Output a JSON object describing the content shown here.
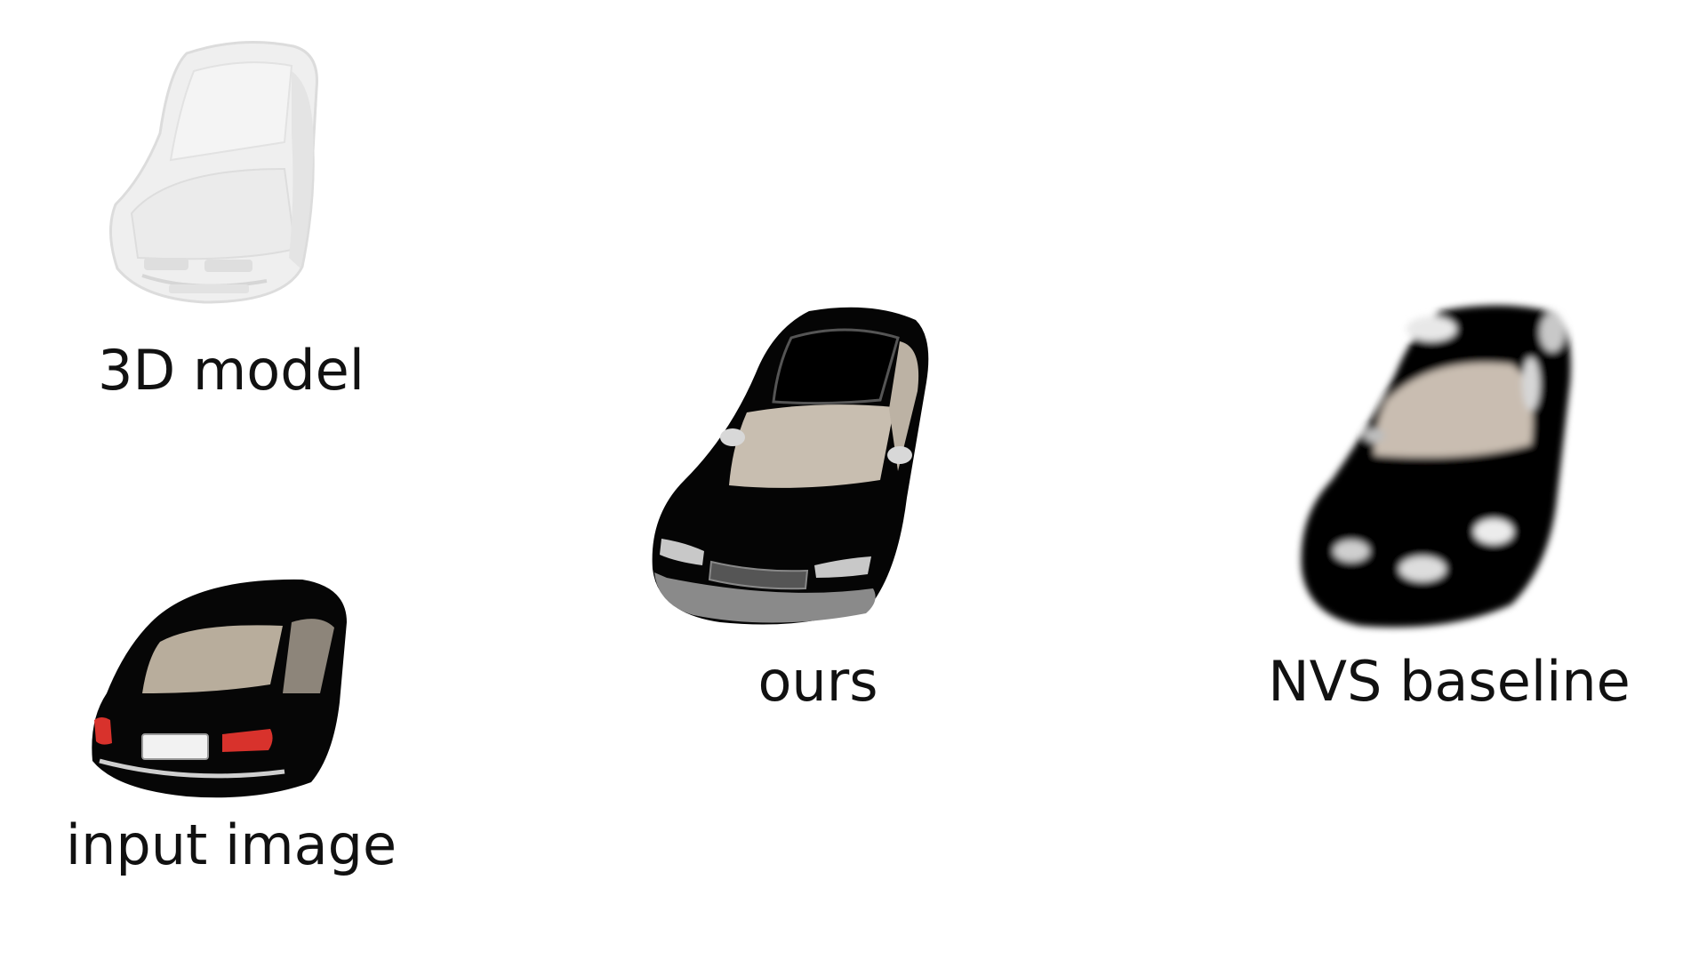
{
  "figure": {
    "panels": [
      {
        "id": "model",
        "caption": "3D model",
        "depicts": "untextured grey car mesh, front three-quarter view"
      },
      {
        "id": "input",
        "caption": "input image",
        "depicts": "black sedan, rear three-quarter view"
      },
      {
        "id": "ours",
        "caption": "ours",
        "depicts": "rendered black sedan, front three-quarter view from above"
      },
      {
        "id": "nvs",
        "caption": "NVS baseline",
        "depicts": "blurry black car render, front three-quarter view"
      }
    ],
    "colors": {
      "background": "#ffffff",
      "car_body": "#050505",
      "glass": "#c8beb0",
      "mesh": "#eeeeee",
      "tail_light": "#d8322c",
      "caption_text": "#111111"
    }
  }
}
